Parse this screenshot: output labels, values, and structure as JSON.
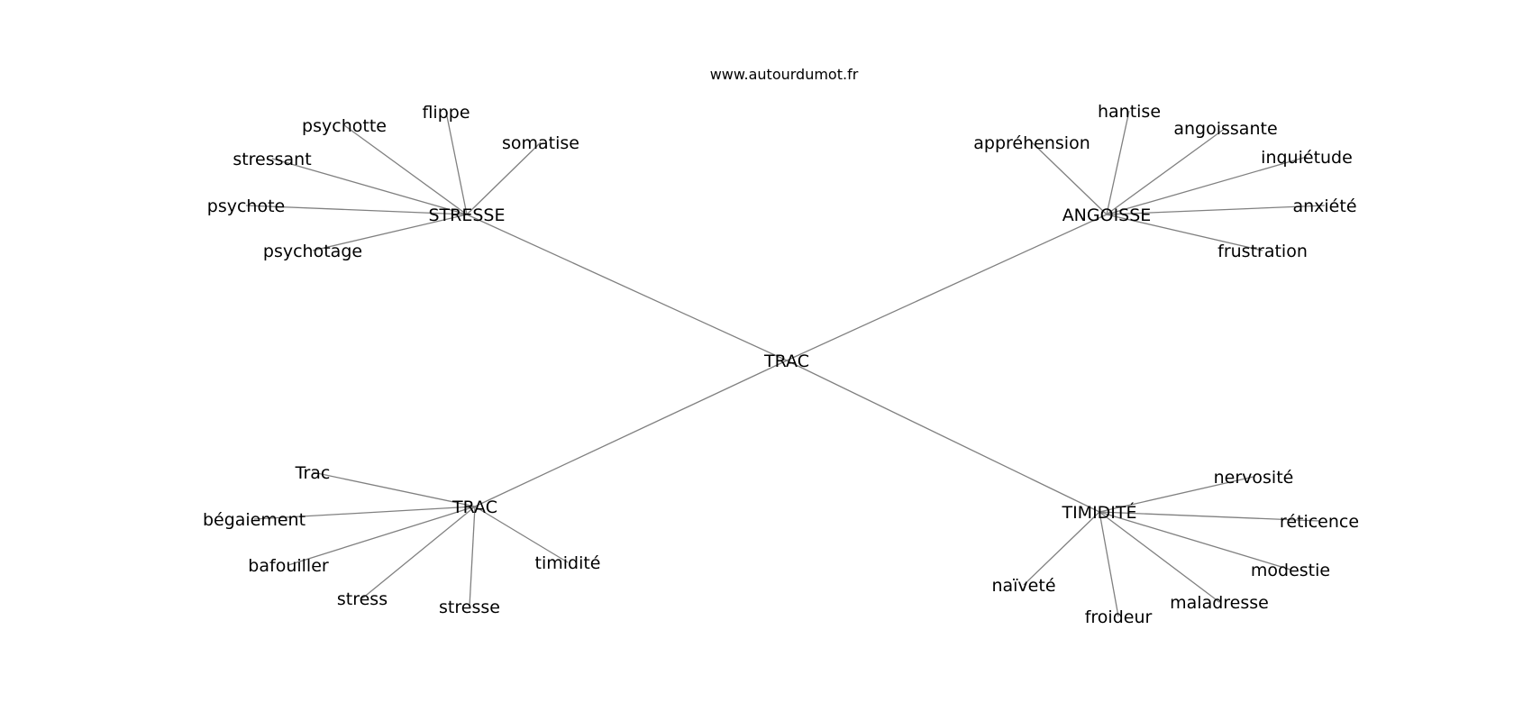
{
  "source": "www.autourdumot.fr",
  "center": {
    "id": "center",
    "label": "TRAC"
  },
  "clusters": [
    {
      "id": "stresse",
      "label": "STRESSE",
      "leaves": [
        "flippe",
        "psychotte",
        "stressant",
        "psychote",
        "psychotage",
        "somatise"
      ]
    },
    {
      "id": "angoisse",
      "label": "ANGOISSE",
      "leaves": [
        "appréhension",
        "hantise",
        "angoissante",
        "inquiétude",
        "anxiété",
        "frustration"
      ]
    },
    {
      "id": "trac2",
      "label": "TRAC",
      "leaves": [
        "Trac",
        "bégaiement",
        "bafouiller",
        "stress",
        "stresse",
        "timidité"
      ]
    },
    {
      "id": "timidite",
      "label": "TIMIDITÉ",
      "leaves": [
        "nervosité",
        "réticence",
        "modestie",
        "maladresse",
        "froideur",
        "naïveté"
      ]
    }
  ],
  "colors": {
    "edge": "#808080",
    "text": "#000000",
    "background": "#ffffff"
  }
}
